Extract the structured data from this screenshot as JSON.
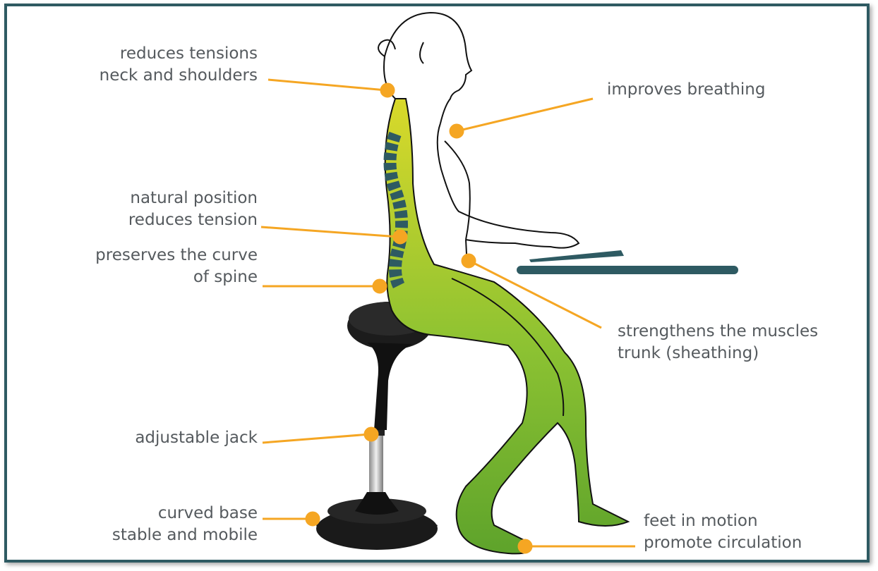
{
  "colors": {
    "frame": "#2e5a62",
    "callout": "#f5a623",
    "body_green": "#5ea32b",
    "spine_yellow": "#d6d62e",
    "spine_teal": "#2e5a62",
    "text": "#555a5e"
  },
  "callouts": {
    "neck": {
      "line1": "reduces tensions",
      "line2": "neck and shoulders"
    },
    "breathing": {
      "line1": "improves breathing"
    },
    "natural": {
      "line1": "natural position",
      "line2": "reduces tension"
    },
    "spine": {
      "line1": "preserves the curve",
      "line2": "of spine"
    },
    "muscles": {
      "line1": "strengthens the muscles",
      "line2": "trunk (sheathing)"
    },
    "jack": {
      "line1": "adjustable jack"
    },
    "base": {
      "line1": "curved base",
      "line2": "stable and mobile"
    },
    "feet": {
      "line1": "feet in motion",
      "line2": "promote circulation"
    }
  }
}
